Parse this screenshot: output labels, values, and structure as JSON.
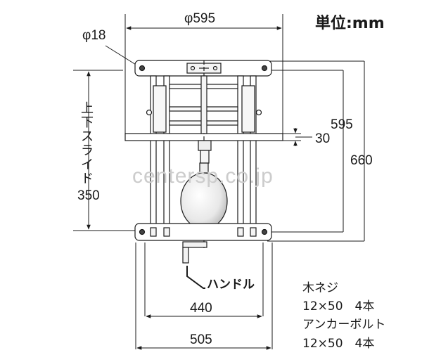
{
  "units_label": "単位:mm",
  "watermark": "centersp.co.jp",
  "dimensions": {
    "top_width": "φ595",
    "bolt_hole": "φ18",
    "frame_height": "595",
    "total_height": "660",
    "plate_thickness": "30",
    "inner_width": "440",
    "base_width": "505",
    "slide_travel": "350"
  },
  "labels": {
    "slide_chars": [
      "上",
      "下",
      "ス",
      "ラ",
      "イ",
      "ド"
    ],
    "handle": "ハンドル"
  },
  "hardware": {
    "wood_screw": "木ネジ",
    "wood_screw_spec": "12×50　4本",
    "anchor_bolt": "アンカーボルト",
    "anchor_bolt_spec": "12×50　4本"
  }
}
